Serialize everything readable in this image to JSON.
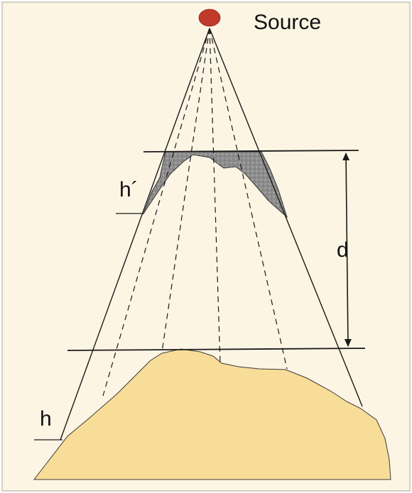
{
  "labels": {
    "source": "Source",
    "h_prime": "h´",
    "d": "d",
    "h": "h"
  },
  "colors": {
    "panel_background": "#fdf5e4",
    "panel_border": "#c9c2b2",
    "object_fill": "#f8dd98",
    "shadow_fill": "#8c8c8c",
    "source_fill": "#c0392b",
    "line_color": "#1a1a1a"
  }
}
